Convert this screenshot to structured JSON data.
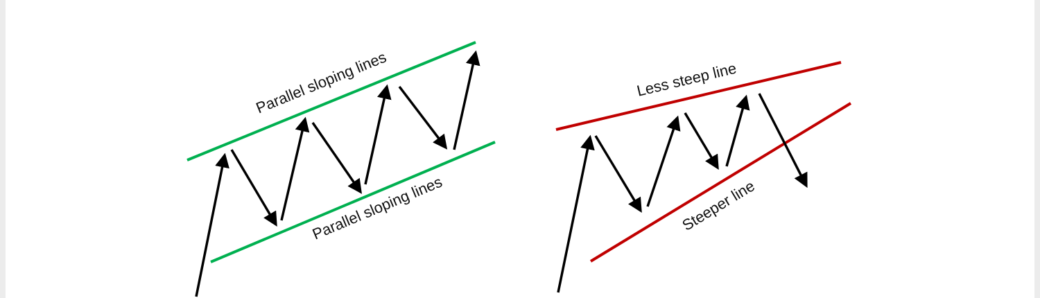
{
  "colors": {
    "channel": "#00b050",
    "wedge": "#c00000",
    "arrow": "#000000"
  },
  "left_pattern": {
    "upper_label": "Parallel sloping lines",
    "lower_label": "Parallel sloping lines"
  },
  "right_pattern": {
    "upper_label": "Less steep line",
    "lower_label": "Steeper line"
  }
}
